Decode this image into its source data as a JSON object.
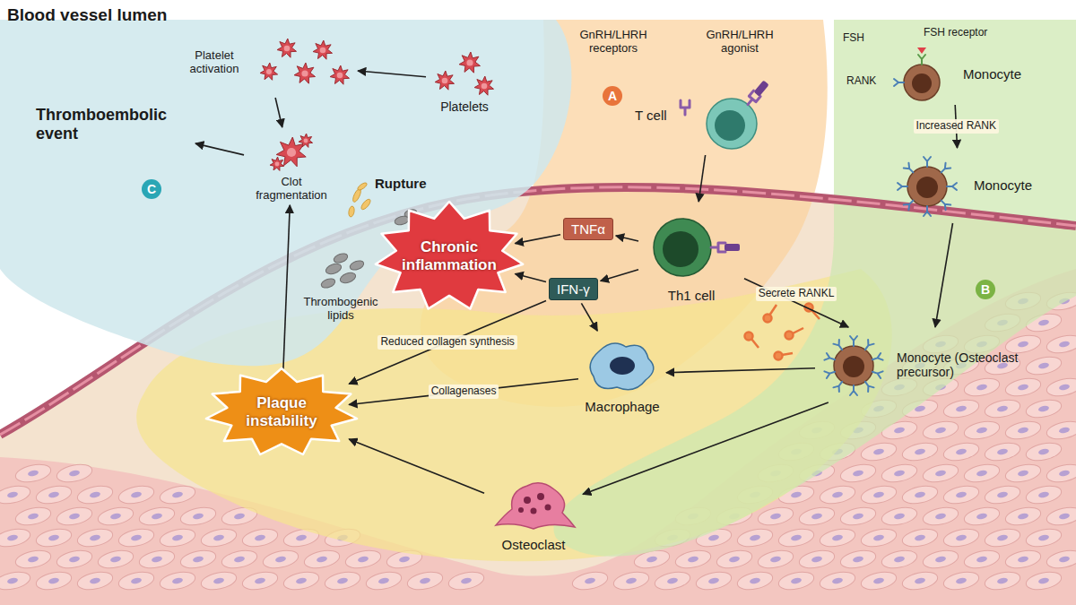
{
  "diagram": {
    "nodes": [
      {
        "text": [
          "Platelets"
        ]
      },
      {
        "text": [
          "Platelet activation"
        ]
      },
      {
        "text": [
          "Clot fragmentation"
        ]
      },
      {
        "text": [
          "Thromboembolic event"
        ]
      },
      {
        "text": [
          "T cell"
        ]
      },
      {
        "text": [
          "Monocyte"
        ]
      },
      {
        "text": [
          "Monocyte"
        ]
      },
      {
        "text": [
          "TNFα"
        ]
      },
      {
        "text": [
          "IFN-γ"
        ]
      },
      {
        "text": [
          "Chronic inflammation"
        ]
      },
      {
        "text": [
          "Th1 cell"
        ]
      },
      {
        "text": [
          "Monocyte (Osteoclast precursor)"
        ]
      },
      {
        "text": [
          "Macrophage"
        ]
      },
      {
        "text": [
          "Plaque instability"
        ]
      },
      {
        "text": [
          "Osteoclast"
        ]
      }
    ],
    "edges": [
      {
        "from": 0,
        "to": 1,
        "arrow": "to"
      },
      {
        "from": 1,
        "to": 2,
        "arrow": "to"
      },
      {
        "from": 2,
        "to": 3,
        "arrow": "to"
      },
      {
        "from": 13,
        "to": 2,
        "arrow": "to"
      },
      {
        "from": 4,
        "to": 10,
        "arrow": "to"
      },
      {
        "from": 5,
        "to": 6,
        "label": "Increased RANK",
        "arrow": "to"
      },
      {
        "from": 6,
        "to": 11,
        "arrow": "to"
      },
      {
        "from": 10,
        "to": 7,
        "arrow": "to"
      },
      {
        "from": 10,
        "to": 8,
        "arrow": "to"
      },
      {
        "from": 7,
        "to": 9,
        "arrow": "to"
      },
      {
        "from": 8,
        "to": 9,
        "arrow": "to"
      },
      {
        "from": 8,
        "to": 13,
        "label": "Reduced collagen synthesis",
        "arrow": "to"
      },
      {
        "from": 8,
        "to": 12,
        "arrow": "to"
      },
      {
        "from": 10,
        "to": 11,
        "label": "Secrete RANKL",
        "arrow": "to"
      },
      {
        "from": 11,
        "to": 12,
        "arrow": "to"
      },
      {
        "from": 12,
        "to": 13,
        "label": "Collagenases",
        "arrow": "to"
      },
      {
        "from": 11,
        "to": 14,
        "arrow": "to"
      },
      {
        "from": 14,
        "to": 13,
        "arrow": "to"
      }
    ],
    "labels": [
      "Blood vessel lumen",
      "GnRH/LHRH receptors",
      "GnRH/LHRH agonist",
      "FSH",
      "FSH receptor",
      "RANK",
      "A",
      "B",
      "C",
      "Rupture",
      "Thrombogenic lipids"
    ]
  }
}
